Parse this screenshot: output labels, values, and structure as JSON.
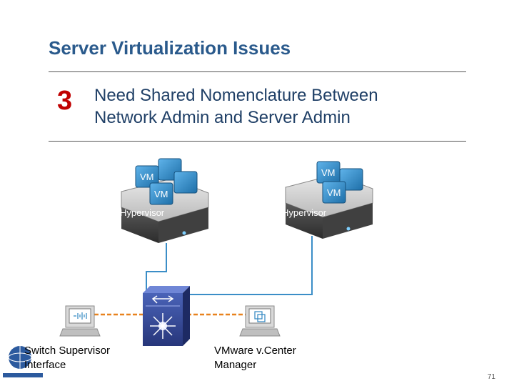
{
  "title": "Server Virtualization Issues",
  "issue_number": "3",
  "issue_text_line1": "Need Shared Nomenclature Between",
  "issue_text_line2": "Network Admin and Server Admin",
  "hypervisor_left_label": "Hypervisor",
  "hypervisor_right_label": "Hypervisor",
  "vm_tag": "VM",
  "switch_caption_line1": "Switch Supervisor",
  "switch_caption_line2": "Interface",
  "vcenter_caption_line1": "VMware v.Center",
  "vcenter_caption_line2": "Manager",
  "page_number": "71",
  "colors": {
    "title": "#2a5a8c",
    "number": "#c00000",
    "vm_blue": "#2e86c1",
    "link_dashed": "#e8821e",
    "link_solid": "#3b8ec7"
  }
}
